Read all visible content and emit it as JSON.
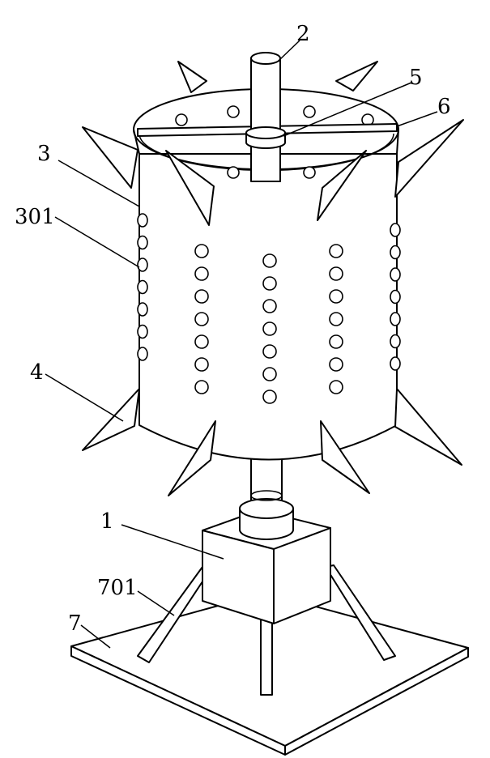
{
  "labels": {
    "shaft": "2",
    "collar": "5",
    "crossbar": "6",
    "drum": "3",
    "drum_holes": "301",
    "blades": "4",
    "motor_box": "1",
    "support_legs": "701",
    "base_plate": "7"
  }
}
